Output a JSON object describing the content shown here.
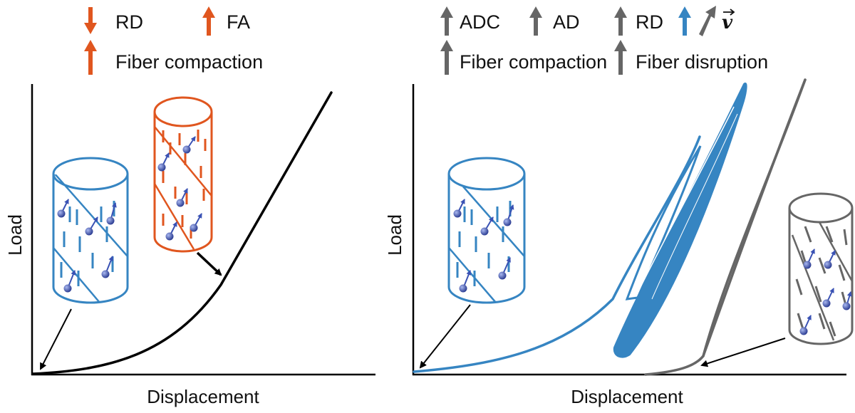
{
  "colors": {
    "orange": "#e0561f",
    "blue": "#3685c2",
    "gray": "#666666",
    "black": "#000000",
    "particle": "#3a52b4"
  },
  "left_panel": {
    "legend": {
      "item1": {
        "label": "RD",
        "arrow": "down-arrow-icon"
      },
      "item2": {
        "label": "FA",
        "arrow": "up-arrow-icon"
      },
      "item3": {
        "label": "Fiber compaction",
        "arrow": "up-arrow-icon"
      }
    },
    "x_label": "Displacement",
    "y_label": "Load"
  },
  "right_panel": {
    "legend": {
      "item1": {
        "label": "ADC",
        "arrow": "up-arrow-icon"
      },
      "item2": {
        "label": "AD",
        "arrow": "up-arrow-icon"
      },
      "item3": {
        "label": "RD",
        "arrow": "up-arrow-icon"
      },
      "item4": {
        "label": "Fiber compaction",
        "arrow": "up-arrow-icon"
      },
      "item5": {
        "label": "Fiber disruption",
        "arrow": "up-arrow-icon"
      },
      "vector_label": "v"
    },
    "x_label": "Displacement",
    "y_label": "Load"
  }
}
